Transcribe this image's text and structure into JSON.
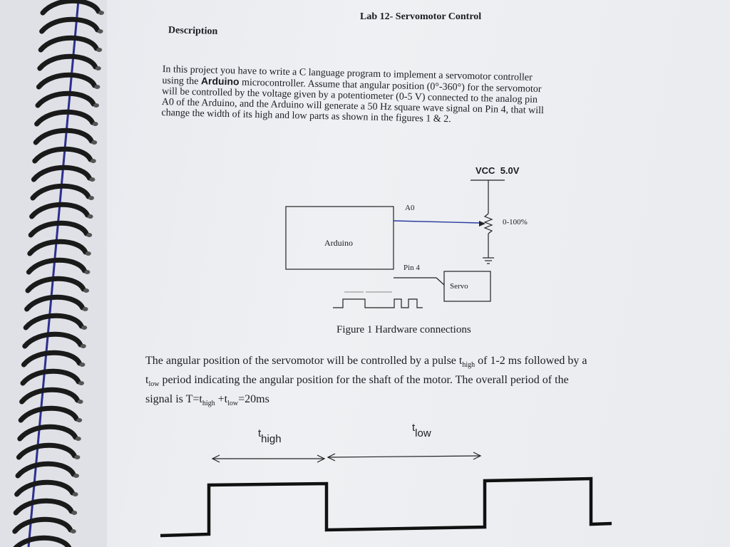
{
  "header": {
    "lab_title": "Lab 12- Servomotor Control",
    "section": "Description"
  },
  "intro_lines": [
    "In this project you have to write a C language program to implement a servomotor controller",
    "will be controlled by the voltage given by a potentiometer (0-5 V) connected to the analog pin",
    "A0 of the Arduino, and the Arduino will generate a 50 Hz square wave signal on Pin 4, that will",
    "change the width of its high and low parts as shown in the figures 1 & 2."
  ],
  "intro_line2": {
    "prefix": "using the ",
    "bold": "Arduino",
    "suffix": " microcontroller. Assume that angular position (0°-360°) for the servomotor"
  },
  "figure1": {
    "vcc_label": "VCC",
    "vcc_value": "5.0V",
    "a0_label": "A0",
    "pot_label": "0-100%",
    "arduino_label": "Arduino",
    "pin4_label": "Pin 4",
    "servo_label": "Servo",
    "caption": "Figure 1 Hardware connections"
  },
  "body": {
    "line1_a": "The angular position of the servomotor will be controlled by a pulse t",
    "line1_sub": "high",
    "line1_b": " of 1-2 ms followed by a",
    "line2_t": "t",
    "line2_sub": "low",
    "line2_rest": " period indicating the angular position for the shaft of the motor. The overall period of the",
    "line3_a": "signal is T=t",
    "line3_sub1": "high",
    "line3_b": " +t",
    "line3_sub2": "low",
    "line3_c": "=20ms"
  },
  "figure2": {
    "t_high_t": "t",
    "t_high_sub": "high",
    "t_low_t": "t",
    "t_low_sub": "low"
  }
}
